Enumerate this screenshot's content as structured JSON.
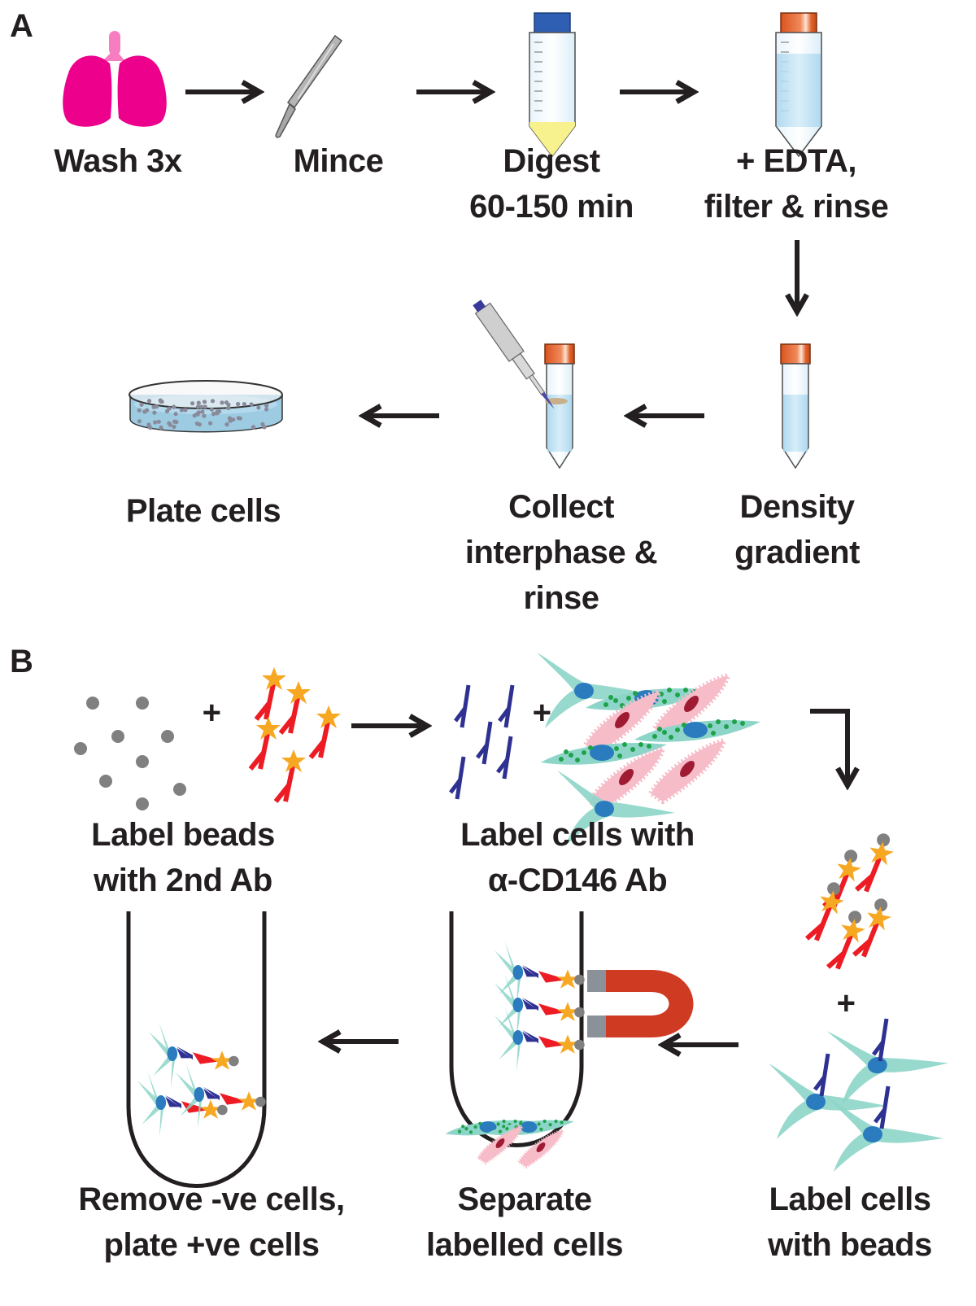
{
  "panel_a": {
    "label": "A",
    "steps": [
      {
        "id": "wash",
        "text": "Wash 3x",
        "icon": "lungs-icon"
      },
      {
        "id": "mince",
        "text": "Mince",
        "icon": "scalpel-icon"
      },
      {
        "id": "digest",
        "text": "Digest\n60-150 min",
        "icon": "conical-tube-icon"
      },
      {
        "id": "edta",
        "text": "+ EDTA,\nfilter & rinse",
        "icon": "conical-tube-icon"
      },
      {
        "id": "density",
        "text": "Density\ngradient",
        "icon": "conical-tube-icon"
      },
      {
        "id": "collect",
        "text": "Collect\ninterphase &\nrinse",
        "icon": "pipette-tube-icon"
      },
      {
        "id": "plate",
        "text": "Plate cells",
        "icon": "petri-dish-icon"
      }
    ]
  },
  "panel_b": {
    "label": "B",
    "plus": "+",
    "steps": [
      {
        "id": "label-beads",
        "text": "Label beads\nwith 2nd Ab",
        "icon": "beads-antibody-icon"
      },
      {
        "id": "label-cells",
        "text": "Label cells with\nα-CD146 Ab",
        "icon": "antibody-cells-icon"
      },
      {
        "id": "label-cells-beads",
        "text": "Label cells\nwith beads",
        "icon": "bead-complex-icon"
      },
      {
        "id": "separate",
        "text": "Separate\nlabelled cells",
        "icon": "magnet-tube-icon"
      },
      {
        "id": "remove",
        "text": "Remove -ve cells,\nplate +ve cells",
        "icon": "tube-positive-cells-icon"
      }
    ]
  },
  "colors": {
    "lung": "#ec008c",
    "trachea": "#f67ec0",
    "blue_cap": "#2f5fb3",
    "orange_cap": "#e2622b",
    "liquid": "#bfe2f3",
    "digest_yellow": "#f8f28e",
    "antibody_red": "#ed1c24",
    "antibody_blue": "#2e3192",
    "star_orange": "#f7a823",
    "bead_gray": "#808080",
    "cell_teal": "#8dd5c8",
    "cell_pink": "#f6bcc8",
    "nucleus_blue": "#2b7bbf",
    "nucleus_red": "#9e1b32",
    "magnet_red": "#cf3a22",
    "magnet_gray": "#8a9199"
  }
}
